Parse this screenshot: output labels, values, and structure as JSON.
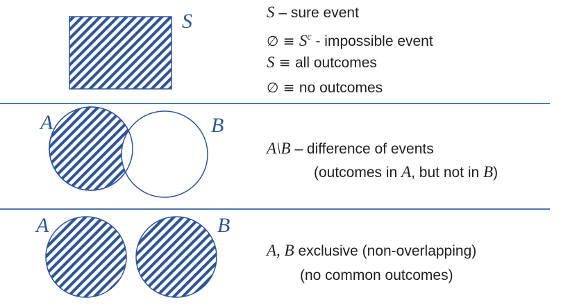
{
  "panel1": {
    "set_label": "S",
    "lines": [
      {
        "math": "S",
        "op": " – ",
        "rest": "sure event"
      },
      {
        "sym": "∅ ≡ ",
        "math": "S",
        "sup": "c",
        "rest": " - impossible event"
      },
      {
        "math": "S",
        "sym2": " ≡ ",
        "rest": "all outcomes"
      },
      {
        "sym": "∅ ≡ ",
        "rest": "no outcomes"
      }
    ]
  },
  "panel2": {
    "label_a": "A",
    "label_b": "B",
    "line1_math": "A\\B",
    "line1_rest": " – difference of events",
    "line2_pre": "(outcomes in ",
    "line2_a": "A",
    "line2_mid": ", but not in ",
    "line2_b": "B",
    "line2_post": ")"
  },
  "panel3": {
    "label_a": "A",
    "label_b": "B",
    "line1_math": "A, B",
    "line1_rest": " exclusive (non-overlapping)",
    "line2": "(no common outcomes)"
  },
  "colors": {
    "hatch": "#2f5597",
    "label": "#2f5597",
    "divider": "#4f79b0"
  }
}
